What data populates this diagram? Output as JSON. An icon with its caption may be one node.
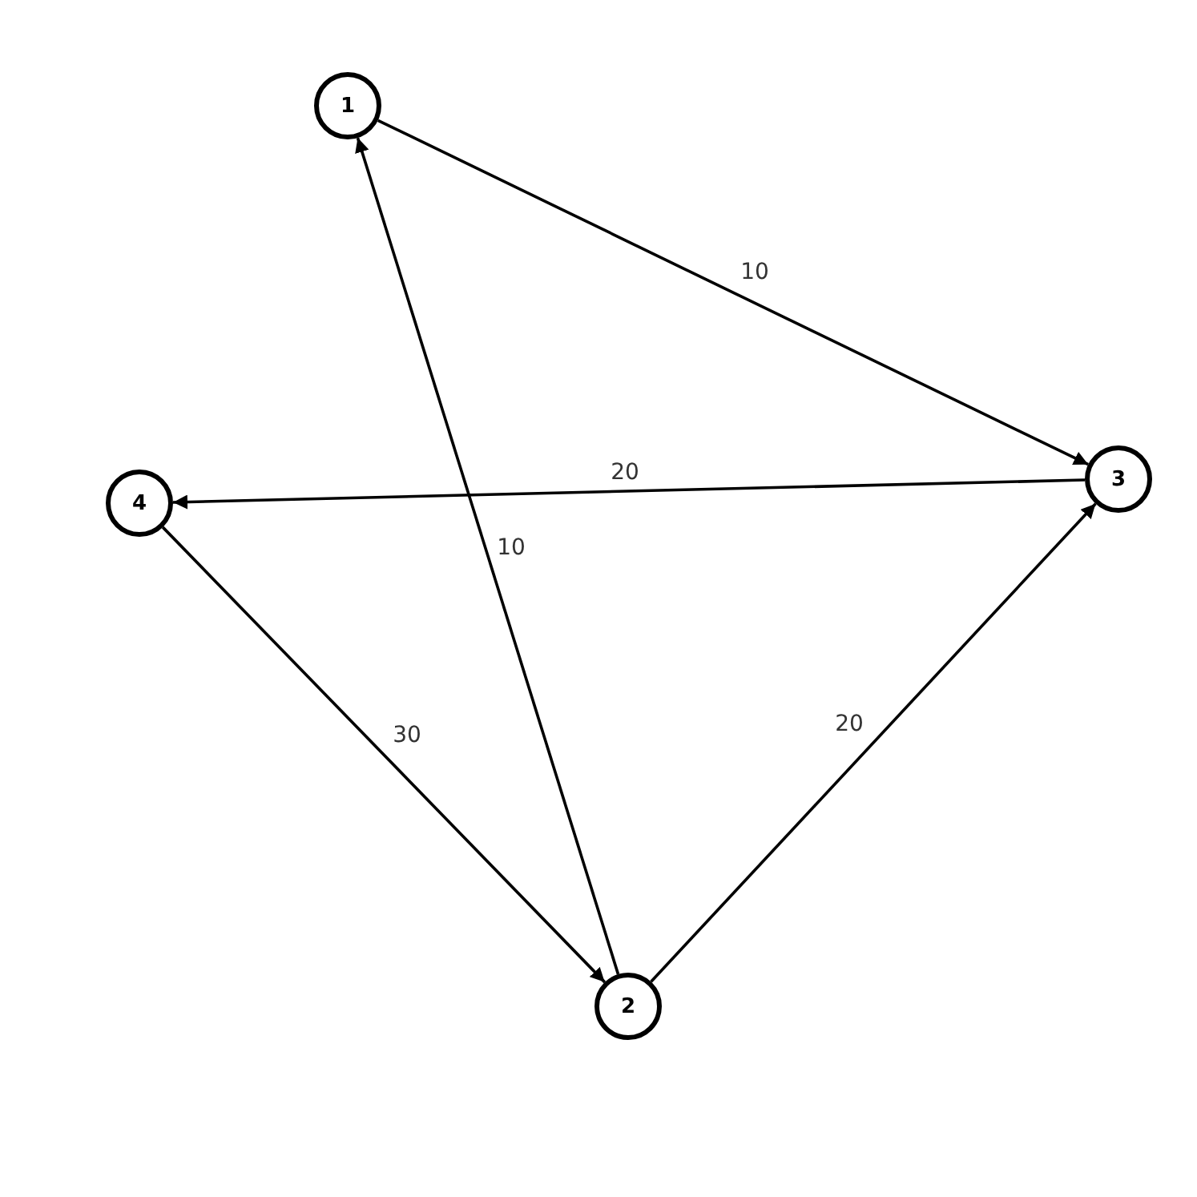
{
  "diagram": {
    "nodes": [
      {
        "text": [
          "1"
        ]
      },
      {
        "text": [
          "2"
        ]
      },
      {
        "text": [
          "3"
        ]
      },
      {
        "text": [
          "4"
        ]
      }
    ],
    "edges": [
      {
        "from": 0,
        "to": 2,
        "arrow": "to",
        "label": "10"
      },
      {
        "from": 2,
        "to": 3,
        "arrow": "to",
        "label": "20"
      },
      {
        "from": 1,
        "to": 0,
        "arrow": "to",
        "label": "10"
      },
      {
        "from": 3,
        "to": 1,
        "arrow": "to",
        "label": "30"
      },
      {
        "from": 1,
        "to": 2,
        "arrow": "to",
        "label": "20"
      }
    ]
  }
}
